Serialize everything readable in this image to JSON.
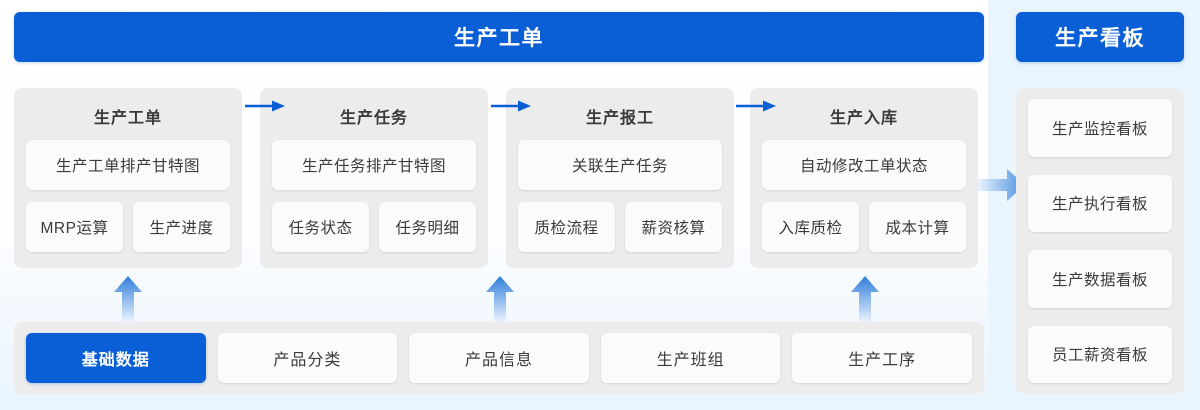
{
  "colors": {
    "accent": "#0a5fd6",
    "panel": "#ececec",
    "card": "#fafbfc",
    "wash": "#e9f4fd",
    "text": "#3b3b3b"
  },
  "headers": {
    "main": "生产工单",
    "board": "生产看板"
  },
  "stages": [
    {
      "title": "生产工单",
      "primary": "生产工单排产甘特图",
      "items": [
        "MRP运算",
        "生产进度"
      ]
    },
    {
      "title": "生产任务",
      "primary": "生产任务排产甘特图",
      "items": [
        "任务状态",
        "任务明细"
      ]
    },
    {
      "title": "生产报工",
      "primary": "关联生产任务",
      "items": [
        "质检流程",
        "薪资核算"
      ]
    },
    {
      "title": "生产入库",
      "primary": "自动修改工单状态",
      "items": [
        "入库质检",
        "成本计算"
      ]
    }
  ],
  "base_strip": [
    {
      "label": "基础数据",
      "highlighted": true
    },
    {
      "label": "产品分类",
      "highlighted": false
    },
    {
      "label": "产品信息",
      "highlighted": false
    },
    {
      "label": "生产班组",
      "highlighted": false
    },
    {
      "label": "生产工序",
      "highlighted": false
    }
  ],
  "board_items": [
    "生产监控看板",
    "生产执行看板",
    "生产数据看板",
    "员工薪资看板"
  ],
  "connectors": {
    "horizontal_count": 3,
    "vertical_count": 3,
    "board_arrow": "arrow-right"
  }
}
